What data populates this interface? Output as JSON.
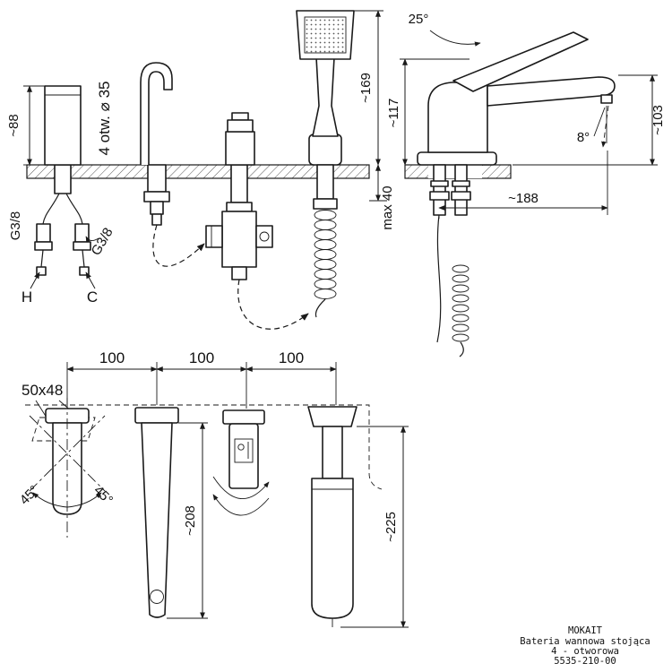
{
  "front_view": {
    "spout_height": "~88",
    "holes_note": "4 otw. ⌀ 35",
    "shower_height": "~169",
    "deck_max": "max 40",
    "hot": "H",
    "cold": "C",
    "g38_left": "G3/8",
    "g38_right": "G3/8"
  },
  "side_view": {
    "lever_angle": "25°",
    "body_height": "~117",
    "outlet_height": "~103",
    "stream_angle": "8°",
    "reach": "~188"
  },
  "bottom_view": {
    "spacing_1": "100",
    "spacing_2": "100",
    "spacing_3": "100",
    "hole_size": "50x48",
    "swivel_left": "45°",
    "swivel_right": "45°",
    "spout_drop": "~208",
    "shower_drop": "~225"
  },
  "title_block": {
    "brand": "MOKAIT",
    "line1": "Bateria wannowa stojąca",
    "line2": "4 - otworowa",
    "line3": "5535-210-00"
  }
}
